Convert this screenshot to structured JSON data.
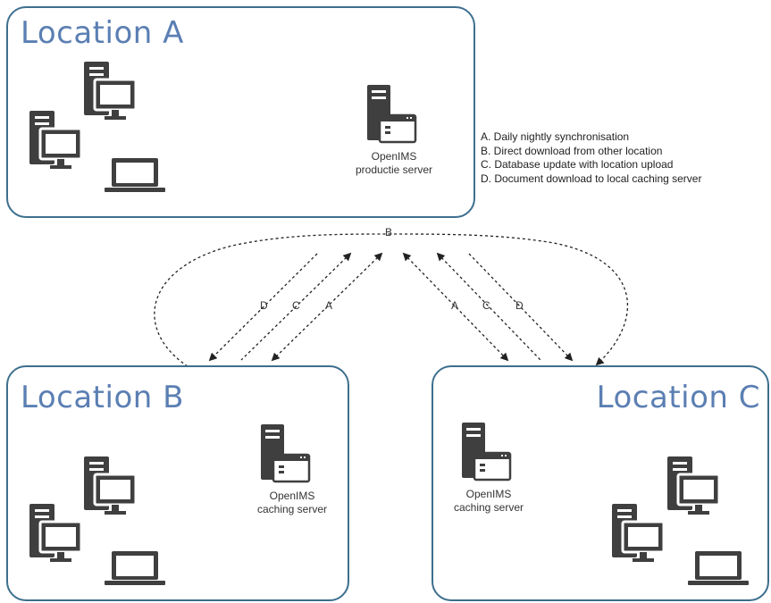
{
  "locations": {
    "a": {
      "title": "Location A",
      "server_label": "OpenIMS\nproductie server"
    },
    "b": {
      "title": "Location B",
      "server_label": "OpenIMS\ncaching server"
    },
    "c": {
      "title": "Location C",
      "server_label": "OpenIMS\ncaching server"
    }
  },
  "legend": [
    "A. Daily nightly synchronisation",
    "B. Direct download from other location",
    "C. Database update with location upload",
    "D. Document download to local caching server"
  ],
  "arrow_labels": {
    "top": "B",
    "left": [
      "D",
      "C",
      "A"
    ],
    "right": [
      "A",
      "C",
      "D"
    ]
  },
  "colors": {
    "box_border": "#3d6f8e",
    "title": "#5b7fb3",
    "icon": "#3f3f3f"
  },
  "icons": [
    "desktop-icon",
    "laptop-icon",
    "server-icon"
  ]
}
